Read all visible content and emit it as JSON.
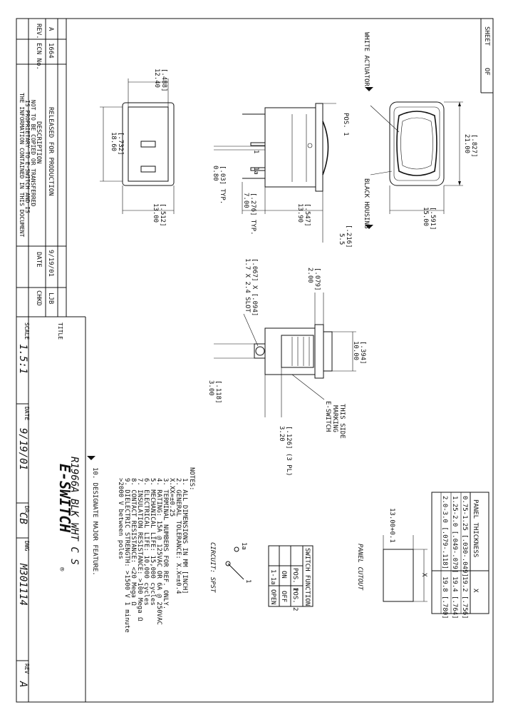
{
  "sheet": {
    "label": "SHEET",
    "of": "OF"
  },
  "revision_block": {
    "headers": {
      "rev": "REV.",
      "ecn": "ECN No.",
      "description": "DESCRIPTION",
      "date": "DATE",
      "chkd": "CHKD"
    },
    "rows": [
      {
        "rev": "A",
        "ecn": "1664",
        "description": "RELEASED FOR PRODUCTION",
        "date": "9/19/01",
        "chkd": "LJB"
      }
    ],
    "notice": [
      "THE INFORMATION CONTAINED IN THIS DOCUMENT",
      "IS PROPRIETARY TO E-SWITCH AND IS",
      "NOT TO BE COPIED OR TRANSFERRED"
    ]
  },
  "title_block": {
    "title_label": "TITLE",
    "title": "R1966A BLK WHT C S",
    "scale_label": "SCALE",
    "scale": "1.5:1",
    "date_label": "DATE",
    "date": "9/19/01",
    "dr_label": "DR",
    "dr": "CB",
    "dwg_label": "DWG",
    "dwg": "M301114",
    "rev_label": "REV",
    "rev": "A",
    "logo": "E-SWITCH",
    "registered": "®"
  },
  "top_view": {
    "label_white_actuator": "WHITE ACTUATOR",
    "label_black_housing": "BLACK HOUSING",
    "dim_width_mm": "21.00",
    "dim_width_in": "[.827]",
    "dim_height_mm": "15.00",
    "dim_height_in": "[.591]"
  },
  "side_view": {
    "pos_label": "POS. 1",
    "term_1": "1",
    "term_1a": "1a",
    "dim_5_5": "5.5",
    "dim_5_5_in": "[.216]",
    "dim_13_90": "13.90",
    "dim_13_90_in": "[.547]",
    "dim_7_00": "7.00",
    "dim_7_00_in": "[.276] TYP.",
    "dim_0_80": "0.80",
    "dim_0_80_in": "[.03] TYP."
  },
  "bottom_view": {
    "dim_12_40": "12.40",
    "dim_12_40_in": "[.488]",
    "dim_18_60": "18.60",
    "dim_18_60_in": "[.732]",
    "dim_13_00": "13.00",
    "dim_13_00_in": "[.512]"
  },
  "end_view": {
    "dim_2_00": "2.00",
    "dim_2_00_in": "[.079]",
    "slot": "1.7 X 2.4 SLOT",
    "slot_in": "[.067] X [.094]",
    "dim_10_00": "10.00",
    "dim_10_00_in": "[.394]",
    "dim_3_00": "3.00",
    "dim_3_00_in": "[.118]",
    "dim_3_20": "3.20",
    "dim_3_20_in": "[.126] (3 PL)",
    "marking": [
      "E-SWITCH",
      "MARKING",
      "THIS SIDE"
    ]
  },
  "panel_cutout": {
    "title": "PANEL CUTOUT",
    "tolerance": "13.00+0.1",
    "x_label": "X",
    "table_headers": [
      "PANEL THICKNESS",
      "X"
    ],
    "rows": [
      [
        "0.75-1.25  [.030-.049]",
        "19.2  [.756]"
      ],
      [
        "1.25-2.0  [.049-.079]",
        "19.4  [.764]"
      ],
      [
        "2.0-3.0  [.079-.118]",
        "19.8  [.780]"
      ]
    ]
  },
  "switch_function": {
    "title": "SWITCH FUNCTION",
    "headers": [
      "POS. 1",
      "POS. 2"
    ],
    "rows": [
      [
        "ON",
        "OFF"
      ],
      [
        "1-1a",
        "OPEN"
      ]
    ]
  },
  "circuit": {
    "label": "CIRCUIT: SPST",
    "t1": "1",
    "t1a": "1a"
  },
  "notes": {
    "heading": "NOTES:",
    "items": [
      "1. ALL DIMENSIONS IN MM [INCH]",
      "2. GENERAL TOLERANCE: X.X=±0.4",
      "                      X.XX=±0.25",
      "3. TERMINAL NUMBERS FOR REF. ONLY.",
      "4. RATING: 15A @ 125VAC OR 6A @ 250VAC",
      "5. MECHANICAL LIFE: 15,000 cycles",
      "6. ELECTRICAL LIFE: 10,000 cycles",
      "7. INSULATION RESISTANCE: >100 Mega Ω",
      "8. CONTACT RESISTANCE: <20 Mega Ω",
      "9. DIELECTRIC STRENGTH: >1500 V 1 minute",
      "                        >2000 V between poles"
    ],
    "item_10": "10. DESIGNATE MAJOR FEATURE."
  }
}
